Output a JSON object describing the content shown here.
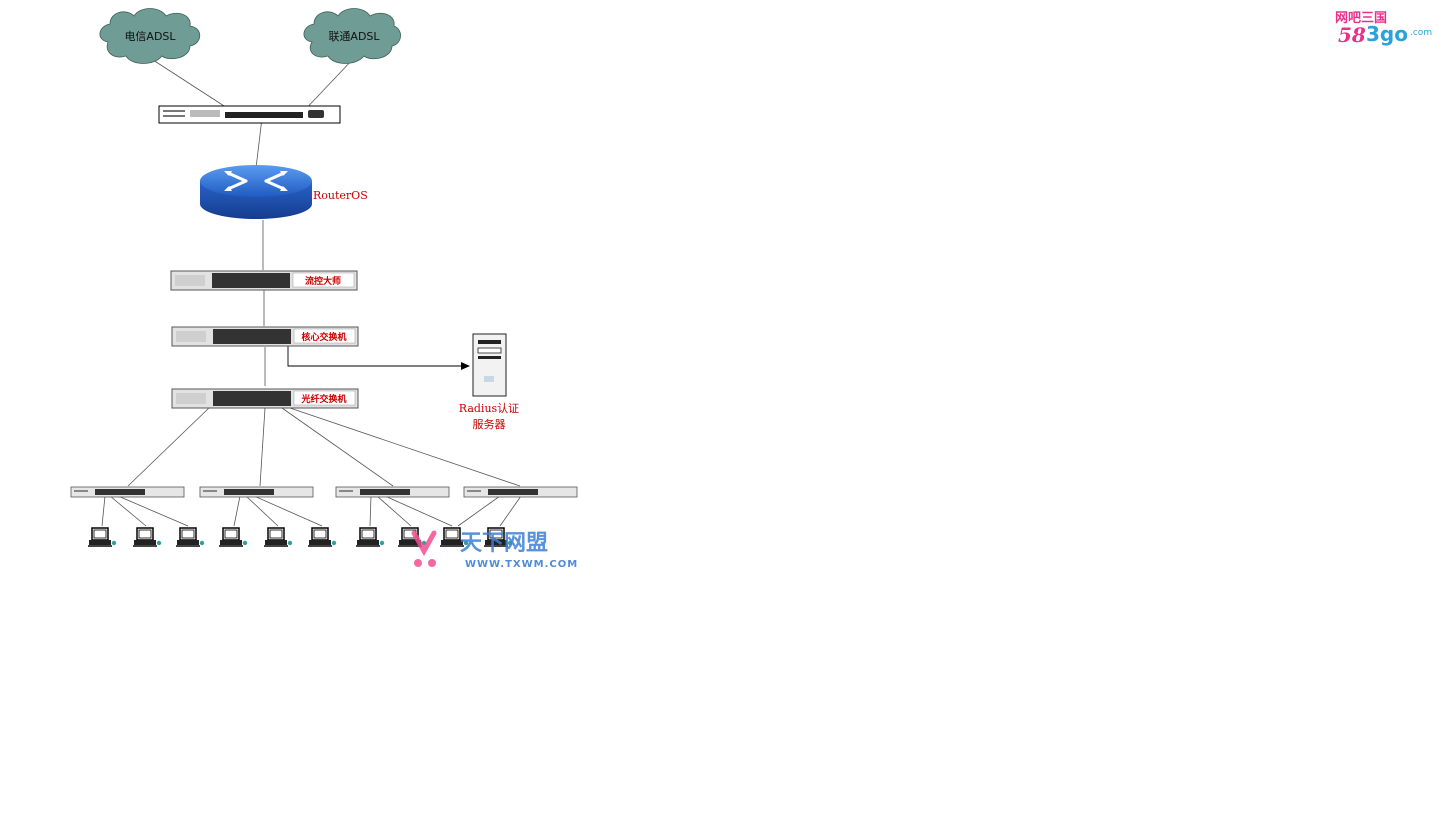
{
  "clouds": {
    "left": "电信ADSL",
    "right": "联通ADSL"
  },
  "router": {
    "label": "RouterOS"
  },
  "switches": {
    "flow_control": "流控大师",
    "core": "核心交换机",
    "fiber": "光纤交换机"
  },
  "server": {
    "label_line1": "Radius认证",
    "label_line2": "服务器"
  },
  "watermark": {
    "cn": "天下网盟",
    "url": "WWW.TXWM.COM"
  },
  "logo": {
    "cn": "网吧三国",
    "num": "58",
    "go": "3go",
    "com": ".com"
  },
  "colors": {
    "cloud": "#6f9c94",
    "router": "#2e6fd0",
    "red_text": "#cc0000",
    "logo_pink": "#e8318a",
    "logo_blue": "#2aa3dc",
    "watermark_blue": "#3d7fd6"
  }
}
